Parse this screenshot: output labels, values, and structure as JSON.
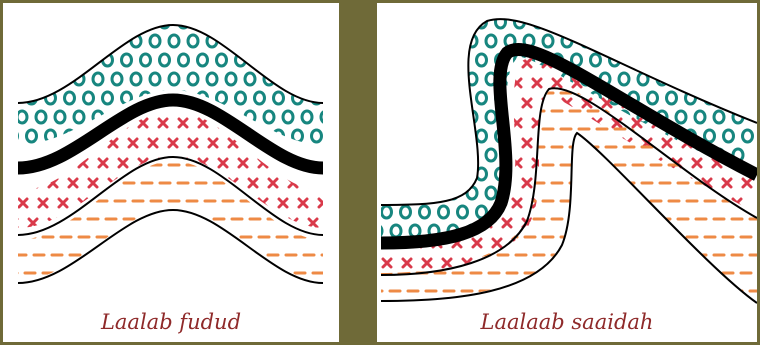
{
  "left_panel": {
    "caption": "Laalab fudud"
  },
  "right_panel": {
    "caption": "Laalaab saaidah"
  },
  "colors": {
    "frame": "#6f6a38",
    "circle_layer": "#17867f",
    "cross_layer": "#d93a4a",
    "dash_layer": "#ee8a45",
    "boundary_line": "#000000",
    "caption": "#8f2a2a"
  },
  "layer_symbols": [
    "circle",
    "cross",
    "dash"
  ]
}
